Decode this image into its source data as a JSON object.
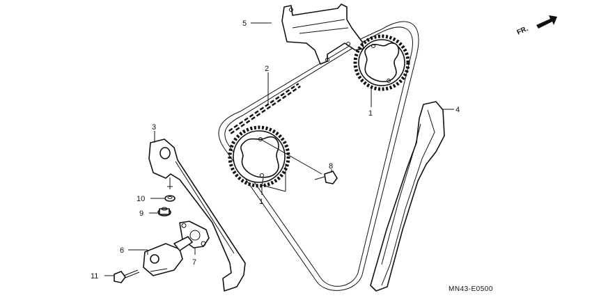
{
  "direction_label": "FR.",
  "diagram_code": "MN43-E0500",
  "callouts": [
    {
      "id": "c5",
      "label": "5"
    },
    {
      "id": "c2",
      "label": "2"
    },
    {
      "id": "c1a",
      "label": "1"
    },
    {
      "id": "c3",
      "label": "3"
    },
    {
      "id": "c4",
      "label": "4"
    },
    {
      "id": "c8",
      "label": "8"
    },
    {
      "id": "c1b",
      "label": "1"
    },
    {
      "id": "c10",
      "label": "10"
    },
    {
      "id": "c9",
      "label": "9"
    },
    {
      "id": "c6",
      "label": "6"
    },
    {
      "id": "c7",
      "label": "7"
    },
    {
      "id": "c11",
      "label": "11"
    }
  ]
}
